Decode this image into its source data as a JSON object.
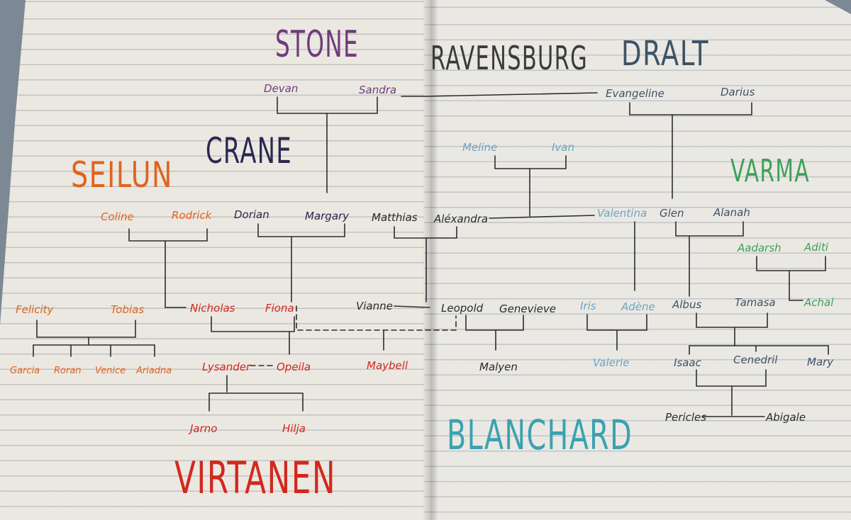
{
  "photo": {
    "subject": "family-tree-notebook"
  },
  "colors": {
    "stone": "#6e3c7c",
    "crane": "#2a2850",
    "seilun": "#e0641e",
    "virtanen": "#d2281e",
    "ravensburg": "#3b3b3b",
    "dralt": "#3e5366",
    "varma": "#3ea05a",
    "blanchard": "#3aa2b0",
    "black_ink": "#2a2a2a",
    "light_blue": "#6ea4c0",
    "line": "#2c2c2c"
  },
  "surnames": {
    "stone": "STONE",
    "crane": "CRANE",
    "seilun": "SEILUN",
    "virtanen": "VIRTANEN",
    "ravensburg": "RAVENSBURG",
    "dralt": "DRALT",
    "varma": "VARMA",
    "blanchard": "BLANCHARD"
  },
  "names": {
    "devan": "Devan",
    "sandra": "Sandra",
    "evangeline": "Evangeline",
    "darius": "Darius",
    "meline": "Meline",
    "ivan": "Ivan",
    "coline": "Coline",
    "rodrick": "Rodrick",
    "dorian": "Dorian",
    "margary": "Margary",
    "matthias": "Matthias",
    "alexandra": "Aléxandra",
    "valentina": "Valentina",
    "glen": "Glen",
    "alanah": "Alanah",
    "aadarsh": "Aadarsh",
    "aditi": "Aditi",
    "felicity": "Felicity",
    "tobias": "Tobias",
    "nicholas": "Nicholas",
    "fiona": "Fiona",
    "vianne": "Vianne",
    "leopold": "Leopold",
    "genevieve": "Genevieve",
    "iris": "Iris",
    "adene": "Adène",
    "albus": "Albus",
    "tamasa": "Tamasa",
    "achal": "Achal",
    "garcia": "Garcia",
    "roran": "Roran",
    "venice": "Venice",
    "ariadna": "Ariadna",
    "lysander": "Lysander",
    "opeila": "Opeila",
    "maybell": "Maybell",
    "malyen": "Malyen",
    "valerie": "Valerie",
    "isaac": "Isaac",
    "cenedril": "Cenedril",
    "mary": "Mary",
    "jarno": "Jarno",
    "hilja": "Hilja",
    "pericles": "Pericles",
    "abigale": "Abigale"
  }
}
